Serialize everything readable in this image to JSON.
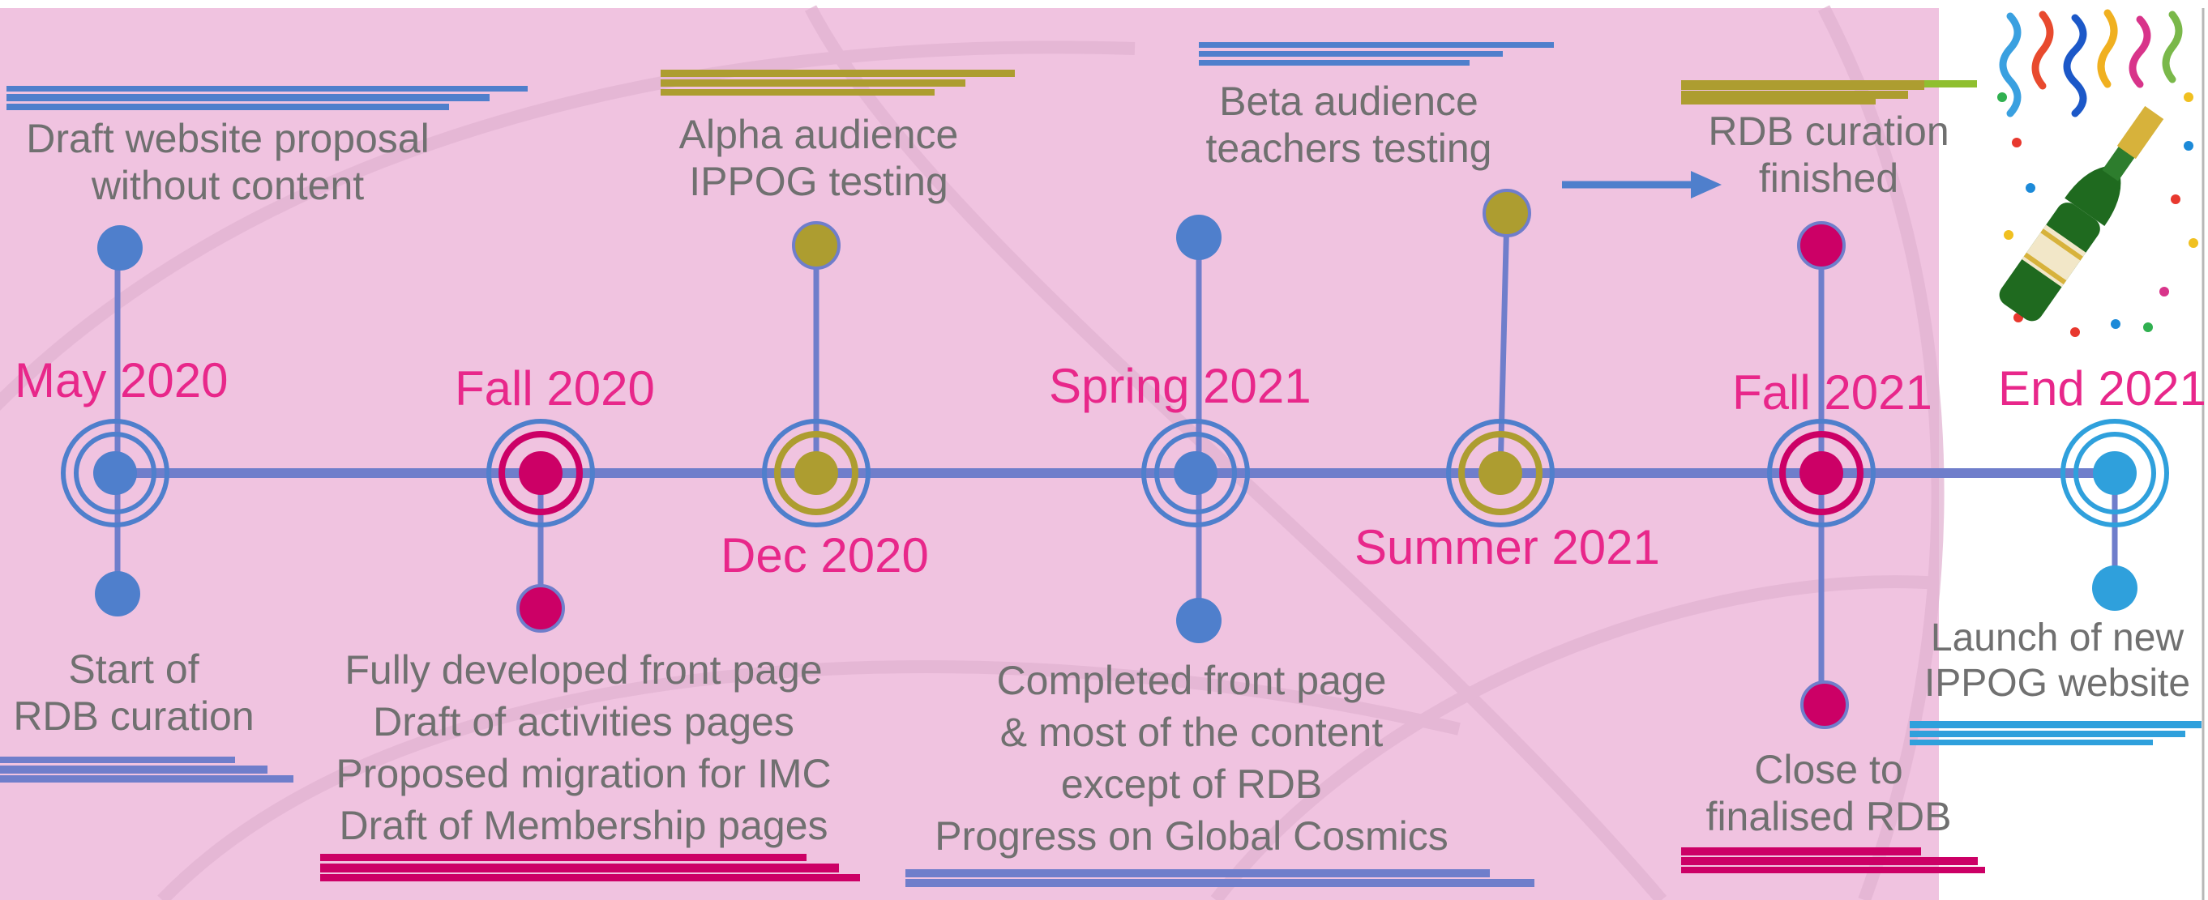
{
  "dates": [
    "May 2020",
    "Fall 2020",
    "Dec 2020",
    "Spring 2021",
    "Summer 2021",
    "Fall 2021",
    "End 2021"
  ],
  "events": {
    "draft_proposal": [
      "Draft website proposal",
      "without content"
    ],
    "alpha": [
      "Alpha audience",
      "IPPOG testing"
    ],
    "beta": [
      "Beta audience",
      "teachers testing"
    ],
    "rdb_finished": [
      "RDB curation",
      "finished"
    ],
    "rdb_start": [
      "Start of",
      "RDB curation"
    ],
    "fall2020_items": [
      "Fully developed front page",
      "Draft of activities pages",
      "Proposed migration for IMC",
      "Draft of Membership pages"
    ],
    "spring2021_items": [
      "Completed front page",
      "& most of the content",
      "except of RDB",
      "Progress on Global Cosmics"
    ],
    "close_rdb": [
      "Close to",
      "finalised RDB"
    ],
    "launch": [
      "Launch of new",
      "IPPOG website"
    ]
  },
  "colors": {
    "background": "#f0c3e0",
    "blue": "#4f7fcc",
    "magenta": "#cc0066",
    "olive": "#ad9d30",
    "cyan": "#2fa0dc",
    "periwinkle": "#6f7ecb",
    "date_text": "#e8278a",
    "label_text": "#707070"
  },
  "icons": [
    "champagne-bottle-icon",
    "confetti-icon",
    "streamers-icon"
  ]
}
